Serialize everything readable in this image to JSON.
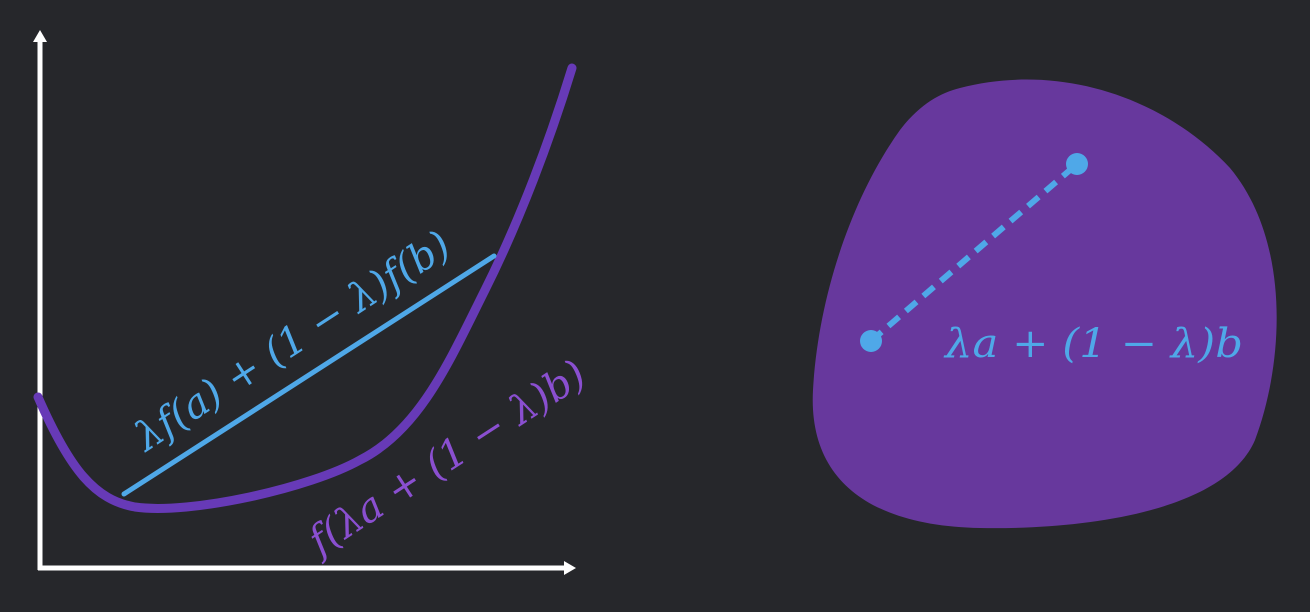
{
  "colors": {
    "background": "#26272b",
    "axes": "#ffffff",
    "curve": "#673ab7",
    "chord": "#4fa8e8",
    "set_fill": "#67389d",
    "chord_label": "#4fa8e8",
    "curve_label": "#8a4fd0"
  },
  "left_panel": {
    "chord_label": "λf(a) + (1 − λ)f(b)",
    "curve_label": "f(λa + (1 − λ)b)"
  },
  "right_panel": {
    "segment_label": "λa + (1 − λ)b"
  }
}
